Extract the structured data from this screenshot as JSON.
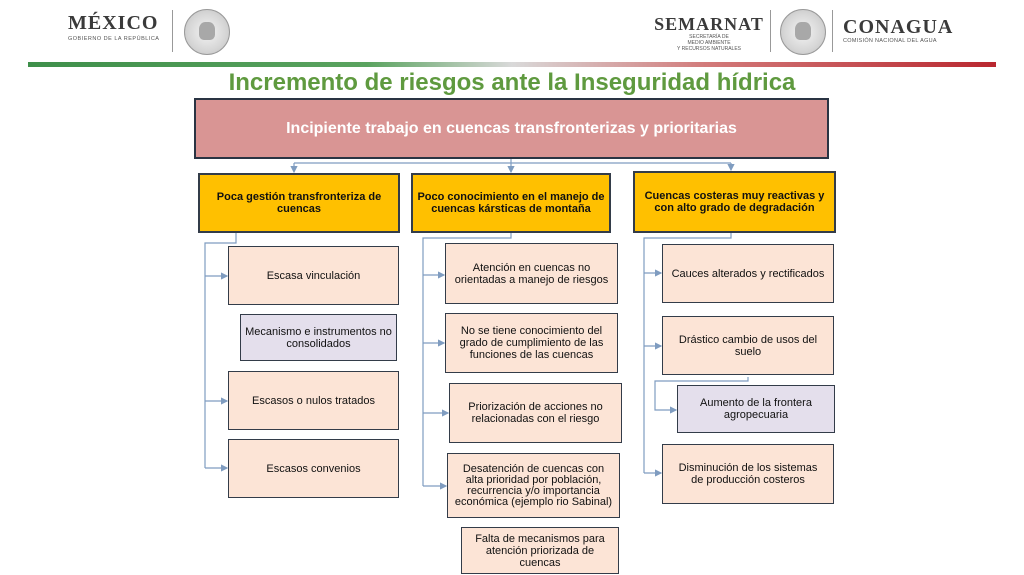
{
  "header": {
    "mexico": {
      "name": "MÉXICO",
      "subtitle": "GOBIERNO DE LA REPÚBLICA"
    },
    "semarnat": {
      "name": "SEMARNAT",
      "line1": "SECRETARÍA DE",
      "line2": "MEDIO AMBIENTE",
      "line3": "Y RECURSOS NATURALES"
    },
    "conagua": {
      "name": "CONAGUA",
      "subtitle": "COMISIÓN NACIONAL DEL AGUA"
    }
  },
  "title": "Incremento de riesgos ante la Inseguridad hídrica",
  "root": "Incipiente trabajo en cuencas transfronterizas y prioritarias",
  "branches": [
    {
      "label": "Poca gestión transfronteriza de cuencas",
      "children": [
        "Escasa vinculación",
        "Mecanismo e instrumentos no consolidados",
        "Escasos o nulos tratados",
        "Escasos convenios"
      ]
    },
    {
      "label": "Poco conocimiento en el manejo de cuencas kársticas de montaña",
      "children": [
        "Atención en cuencas no orientadas a manejo de riesgos",
        "No se tiene conocimiento del grado de cumplimiento de las funciones de las cuencas",
        "Priorización de acciones no relacionadas con el riesgo",
        "Desatención de cuencas con alta prioridad por población, recurrencia y/o importancia económica (ejemplo rio Sabinal)",
        "Falta de mecanismos para atención priorizada de cuencas"
      ]
    },
    {
      "label": "Cuencas costeras muy reactivas y con alto grado de degradación",
      "children": [
        "Cauces alterados y rectificados",
        "Drástico cambio de usos del suelo",
        "Aumento de la frontera agropecuaria",
        "Disminución de los sistemas de producción costeros"
      ]
    }
  ],
  "colors": {
    "title": "#5f9a3f",
    "root_fill": "#d99594",
    "branch_fill": "#ffc000",
    "leaf_fill": "#fce4d6",
    "leaf_alt_fill": "#e4dfec",
    "connector": "#7f9cc0"
  }
}
